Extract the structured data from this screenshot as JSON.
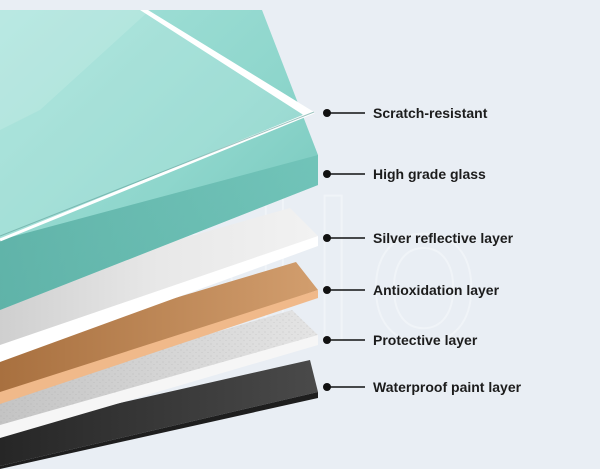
{
  "diagram": {
    "watermark_text": "sello",
    "layers": [
      {
        "label": "Scratch-resistant",
        "color": "#ffffff"
      },
      {
        "label": "High grade glass",
        "color": "#7fcfc6"
      },
      {
        "label": "Silver reflective layer",
        "color": "#dcdcdc"
      },
      {
        "label": "Antioxidation layer",
        "color": "#c89466"
      },
      {
        "label": "Protective layer",
        "color": "#d9d9d9"
      },
      {
        "label": "Waterproof paint layer",
        "color": "#3a3a3a"
      }
    ],
    "callout_color": "#111111"
  }
}
